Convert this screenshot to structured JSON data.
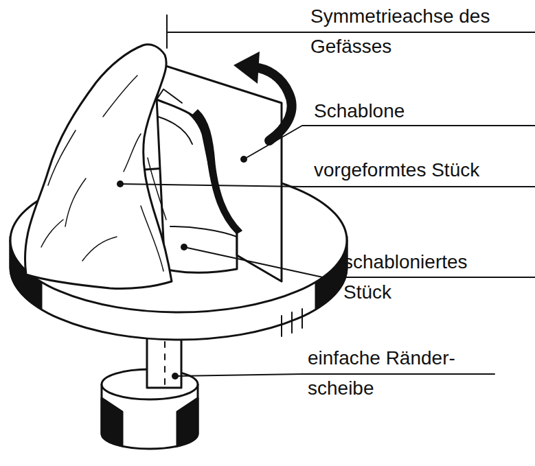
{
  "diagram": {
    "labels": [
      "Symmetrieachse des Gefässes",
      "Schablone",
      "vorgeformtes Stück",
      "schabloniertes Stück",
      "einfache Ränder- scheibe"
    ]
  }
}
